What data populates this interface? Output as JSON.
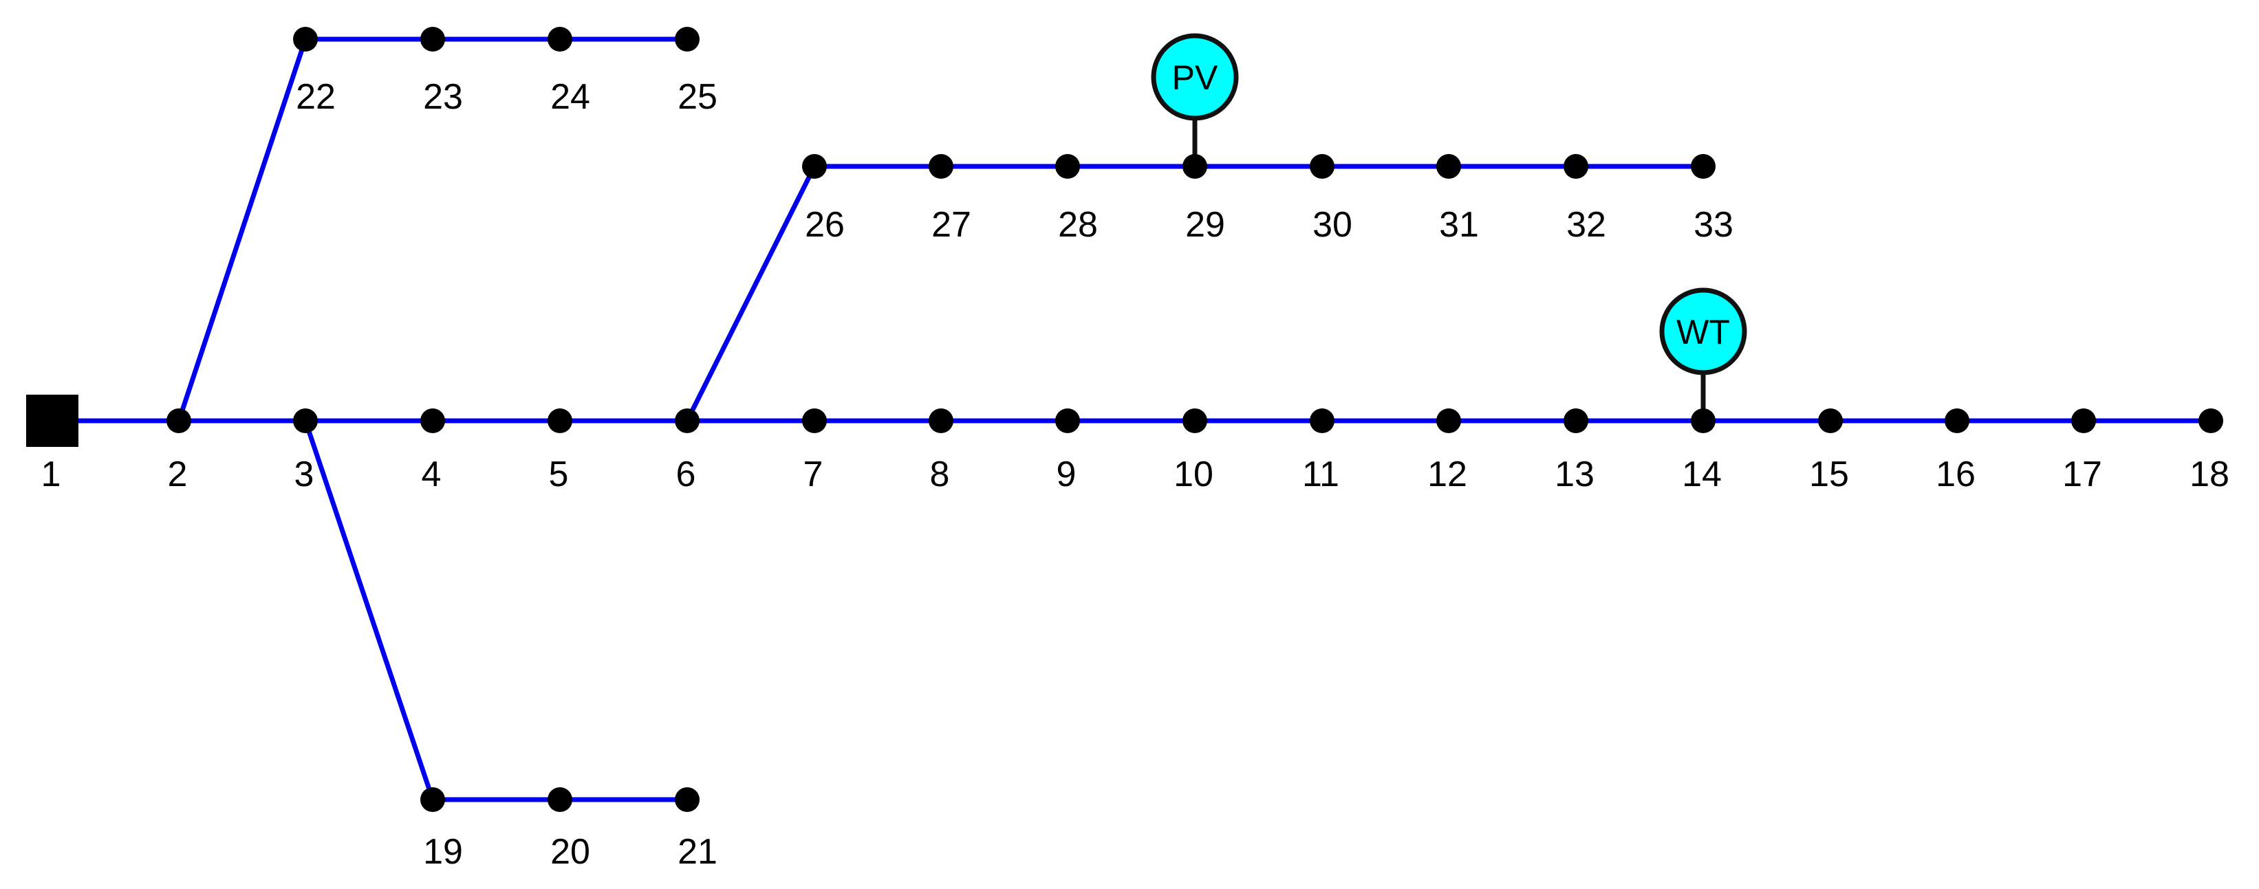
{
  "diagram": {
    "line_color": "#0000ee",
    "node_color": "#000000",
    "generator_color": "#00ffff",
    "slack_bus": "1",
    "buses": [
      "1",
      "2",
      "3",
      "4",
      "5",
      "6",
      "7",
      "8",
      "9",
      "10",
      "11",
      "12",
      "13",
      "14",
      "15",
      "16",
      "17",
      "18",
      "19",
      "20",
      "21",
      "22",
      "23",
      "24",
      "25",
      "26",
      "27",
      "28",
      "29",
      "30",
      "31",
      "32",
      "33"
    ],
    "branches": [
      [
        "1",
        "2"
      ],
      [
        "2",
        "3"
      ],
      [
        "3",
        "4"
      ],
      [
        "4",
        "5"
      ],
      [
        "5",
        "6"
      ],
      [
        "6",
        "7"
      ],
      [
        "7",
        "8"
      ],
      [
        "8",
        "9"
      ],
      [
        "9",
        "10"
      ],
      [
        "10",
        "11"
      ],
      [
        "11",
        "12"
      ],
      [
        "12",
        "13"
      ],
      [
        "13",
        "14"
      ],
      [
        "14",
        "15"
      ],
      [
        "15",
        "16"
      ],
      [
        "16",
        "17"
      ],
      [
        "17",
        "18"
      ],
      [
        "2",
        "22"
      ],
      [
        "22",
        "23"
      ],
      [
        "23",
        "24"
      ],
      [
        "24",
        "25"
      ],
      [
        "3",
        "19"
      ],
      [
        "19",
        "20"
      ],
      [
        "20",
        "21"
      ],
      [
        "6",
        "26"
      ],
      [
        "26",
        "27"
      ],
      [
        "27",
        "28"
      ],
      [
        "28",
        "29"
      ],
      [
        "29",
        "30"
      ],
      [
        "30",
        "31"
      ],
      [
        "31",
        "32"
      ],
      [
        "32",
        "33"
      ]
    ],
    "generators": [
      {
        "label": "PV",
        "bus": "29",
        "icon": "pv-generator-icon"
      },
      {
        "label": "WT",
        "bus": "14",
        "icon": "wind-turbine-icon"
      }
    ]
  }
}
